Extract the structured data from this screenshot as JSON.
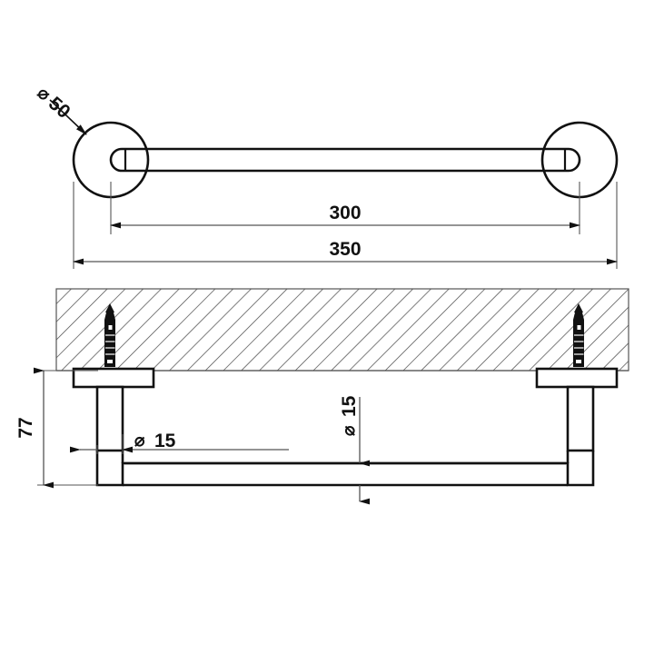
{
  "drawing": {
    "title": "Towel bar technical drawing",
    "background_color": "#ffffff",
    "line_color": "#111111",
    "thin_line_color": "#555555",
    "hatch_color": "#444444",
    "anchor_color": "#111111",
    "views": {
      "top": {
        "name": "plan-view"
      },
      "front": {
        "name": "elevation-view"
      }
    }
  },
  "dimensions": {
    "flange_diameter": {
      "label": "50",
      "symbol": "⌀",
      "full": "⌀ 50"
    },
    "bar_length_between_centers": {
      "label": "300"
    },
    "overall_length": {
      "label": "350"
    },
    "projection_height": {
      "label": "77"
    },
    "post_diameter": {
      "label": "15",
      "symbol": "⌀",
      "full": "⌀ 15"
    },
    "rail_diameter": {
      "label": "15",
      "symbol": "⌀",
      "full": "⌀ 15"
    }
  },
  "labels": {
    "dia_symbol": "⌀",
    "d50": "50",
    "d300": "300",
    "d350": "350",
    "d77": "77",
    "d15_left": "15",
    "d15_center": "15"
  }
}
